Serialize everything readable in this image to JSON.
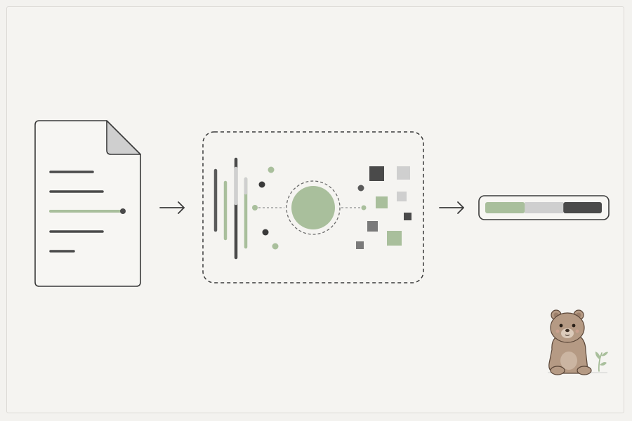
{
  "colors": {
    "background": "#f5f4f1",
    "frame": "#dcdad6",
    "ink": "#3a3a3a",
    "dark": "#4a4a4a",
    "green": "#a9bf9c",
    "light_gray": "#cfcfcf",
    "mid_gray": "#8a8a8a",
    "paper": "#f7f6f3",
    "bear": "#b59a84"
  },
  "icons": {
    "document": "document-icon",
    "arrow_1": "arrow-right-icon",
    "processor": "processing-box",
    "arrow_2": "arrow-right-icon",
    "output": "progress-bar",
    "mascot": "bear-mascot-icon"
  },
  "output_bar": {
    "segments": [
      {
        "color": "#a9bf9c",
        "share": 0.34
      },
      {
        "color": "#cfcfcf",
        "share": 0.33
      },
      {
        "color": "#4a4a4a",
        "share": 0.33
      }
    ]
  }
}
